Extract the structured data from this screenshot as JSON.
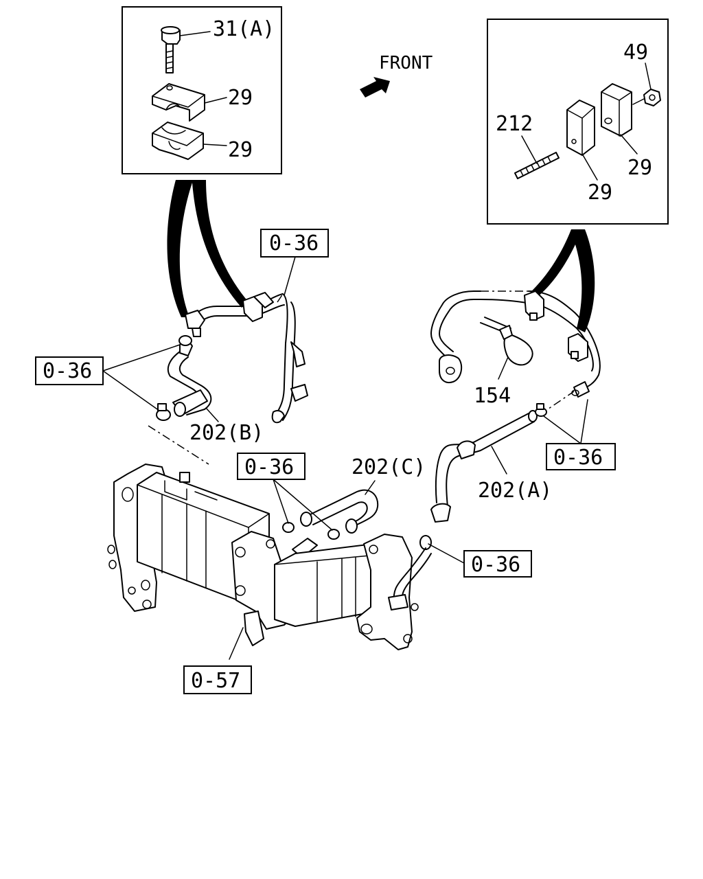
{
  "labels": {
    "front": "FRONT",
    "p31a": "31(A)",
    "p29_a": "29",
    "p29_b": "29",
    "p49": "49",
    "p212": "212",
    "p29_c": "29",
    "p29_d": "29",
    "ref_036_top": "0-36",
    "ref_036_left": "0-36",
    "p202b": "202(B)",
    "p154": "154",
    "ref_036_right": "0-36",
    "ref_036_mid": "0-36",
    "p202c": "202(C)",
    "p202a": "202(A)",
    "ref_036_lower": "0-36",
    "ref_057": "0-57"
  },
  "icons": [
    "front-arrow-icon",
    "bolt-icon",
    "clamp-icon",
    "nut-icon",
    "stud-icon",
    "hose-clip-icon",
    "cable-tie-icon",
    "egr-cooler-icon"
  ]
}
